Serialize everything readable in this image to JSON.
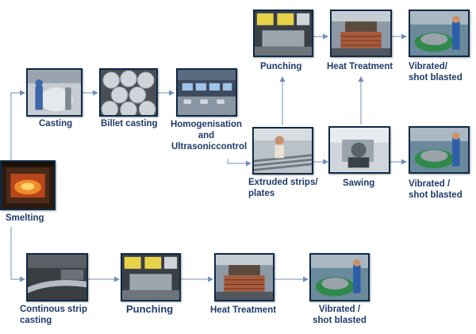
{
  "colors": {
    "label": "#1f3b6b",
    "arrow": "#6f8fb8",
    "frame": "#0e2a47"
  },
  "steps": {
    "smelting": {
      "label": "Smelting",
      "icon": "furnace-photo"
    },
    "casting": {
      "label": "Casting",
      "icon": "casting-photo"
    },
    "billet_casting": {
      "label": "Billet casting",
      "icon": "billets-photo"
    },
    "homogenisation": {
      "label_lines": [
        "Homogenisation",
        "and",
        "Ultrasoniccontrol"
      ],
      "icon": "control-panel-photo"
    },
    "extruded": {
      "label_lines": [
        "Extruded strips/",
        "plates"
      ],
      "icon": "extrusion-photo"
    },
    "punching_top": {
      "label": "Punching",
      "icon": "punching-machine-photo"
    },
    "heat_top": {
      "label": "Heat Treatment",
      "icon": "heat-treatment-photo"
    },
    "vibrated_top": {
      "label_lines": [
        "Vibrated/",
        "shot blasted"
      ],
      "icon": "vibratory-finisher-photo"
    },
    "sawing": {
      "label": "Sawing",
      "icon": "saw-photo"
    },
    "vibrated_mid": {
      "label_lines": [
        "Vibrated /",
        "shot blasted"
      ],
      "icon": "vibratory-finisher-photo"
    },
    "cont_strip": {
      "label_lines": [
        "Continous strip",
        "casting"
      ],
      "icon": "strip-casting-photo"
    },
    "punching_bottom": {
      "label": "Punching",
      "icon": "punching-machine-photo"
    },
    "heat_bottom": {
      "label": "Heat Treatment",
      "icon": "heat-treatment-photo"
    },
    "vibrated_bottom": {
      "label_lines": [
        "Vibrated /",
        "shot blasted"
      ],
      "icon": "vibratory-finisher-photo"
    }
  }
}
